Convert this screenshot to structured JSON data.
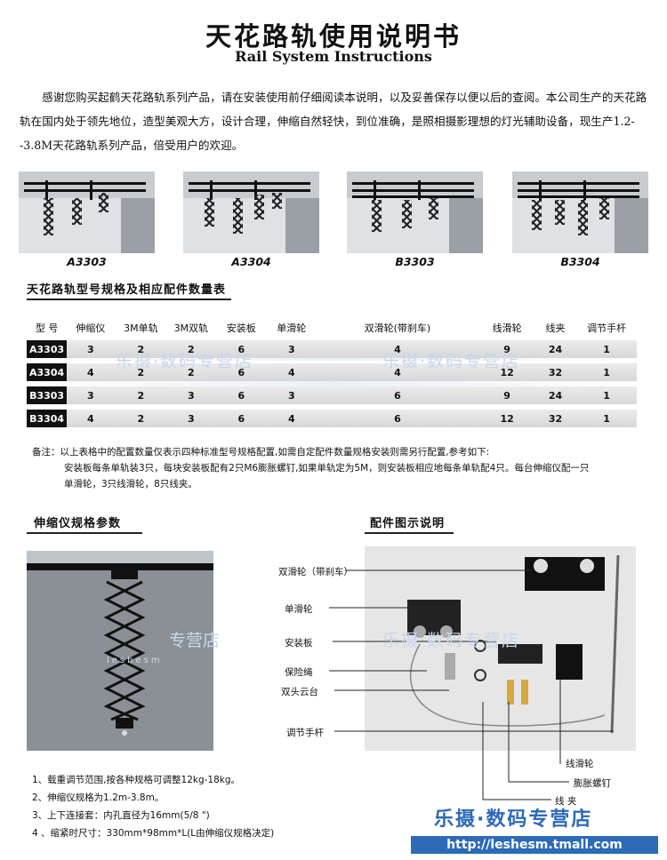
{
  "header": {
    "title_cn": "天花路轨使用说明书",
    "title_en": "Rail System Instructions"
  },
  "intro": "感谢您购买起鹤天花路轨系列产品，请在安装使用前仔细阅读本说明，以及妥善保存以便以后的查阅。本公司生产的天花路轨在国内处于领先地位，造型美观大方，设计合理，伸缩自然轻快，到位准确，是照相摄影理想的灯光辅助设备，现生产1.2--3.8M天花路轨系列产品，倍受用户的欢迎。",
  "products": [
    "A3303",
    "A3304",
    "B3303",
    "B3304"
  ],
  "table": {
    "title": "天花路轨型号规格及相应配件数量表",
    "headers": [
      "型 号",
      "伸缩仪",
      "3M单轨",
      "3M双轨",
      "安装板",
      "单滑轮",
      "双滑轮(带刹车)",
      "线滑轮",
      "线夹",
      "调节手杆"
    ],
    "rows": [
      [
        "A3303",
        "3",
        "2",
        "2",
        "6",
        "3",
        "4",
        "9",
        "24",
        "1"
      ],
      [
        "A3304",
        "4",
        "2",
        "2",
        "6",
        "4",
        "4",
        "12",
        "32",
        "1"
      ],
      [
        "B3303",
        "3",
        "2",
        "3",
        "6",
        "3",
        "6",
        "9",
        "24",
        "1"
      ],
      [
        "B3304",
        "4",
        "2",
        "3",
        "6",
        "4",
        "6",
        "12",
        "32",
        "1"
      ]
    ]
  },
  "note": {
    "label": "备注：",
    "line1": "以上表格中的配置数量仅表示四种标准型号规格配置,如需自定配件数量规格安装则需另行配置,参考如下:",
    "line2": "安装板每条单轨装3只，每块安装板配有2只M6膨胀螺钉,如果单轨定为5M，则安装板相应地每条单轨配4只。每台伸缩仪配一只",
    "line3": "单滑轮，3只线滑轮，8只线夹。"
  },
  "pantograph": {
    "title": "伸缩仪规格参数",
    "specs": [
      "1、载重调节范围,按各种规格可调整12kg-18kg。",
      "2、伸缩仪规格为1.2m-3.8m。",
      "3、上下连接套：内孔直径为16mm(5/8 \")",
      "4 、缩紧时尺寸：330mm*98mm*L(L由伸缩仪规格决定)"
    ]
  },
  "parts": {
    "title": "配件图示说明",
    "left_labels": [
      "双滑轮（带刹车）",
      "单滑轮",
      "安装板",
      "保险绳",
      "双头云台",
      "调节手杆"
    ],
    "bottom_labels": [
      "线滑轮",
      "膨胀螺钉",
      "线 夹"
    ]
  },
  "watermark": {
    "shop": "乐摄·数码专营店",
    "shop_faint": "乐摄·数码专营店",
    "shop_faint2": "乐摄·数码专营店",
    "shop_mid": "专营店",
    "shop_mid2": "乐摄·数码专营店",
    "site": "leshesm",
    "url": "http://leshesm.tmall.com"
  },
  "colors": {
    "watermark_blue": "#2d6ab8",
    "model_cell": "#111111"
  }
}
